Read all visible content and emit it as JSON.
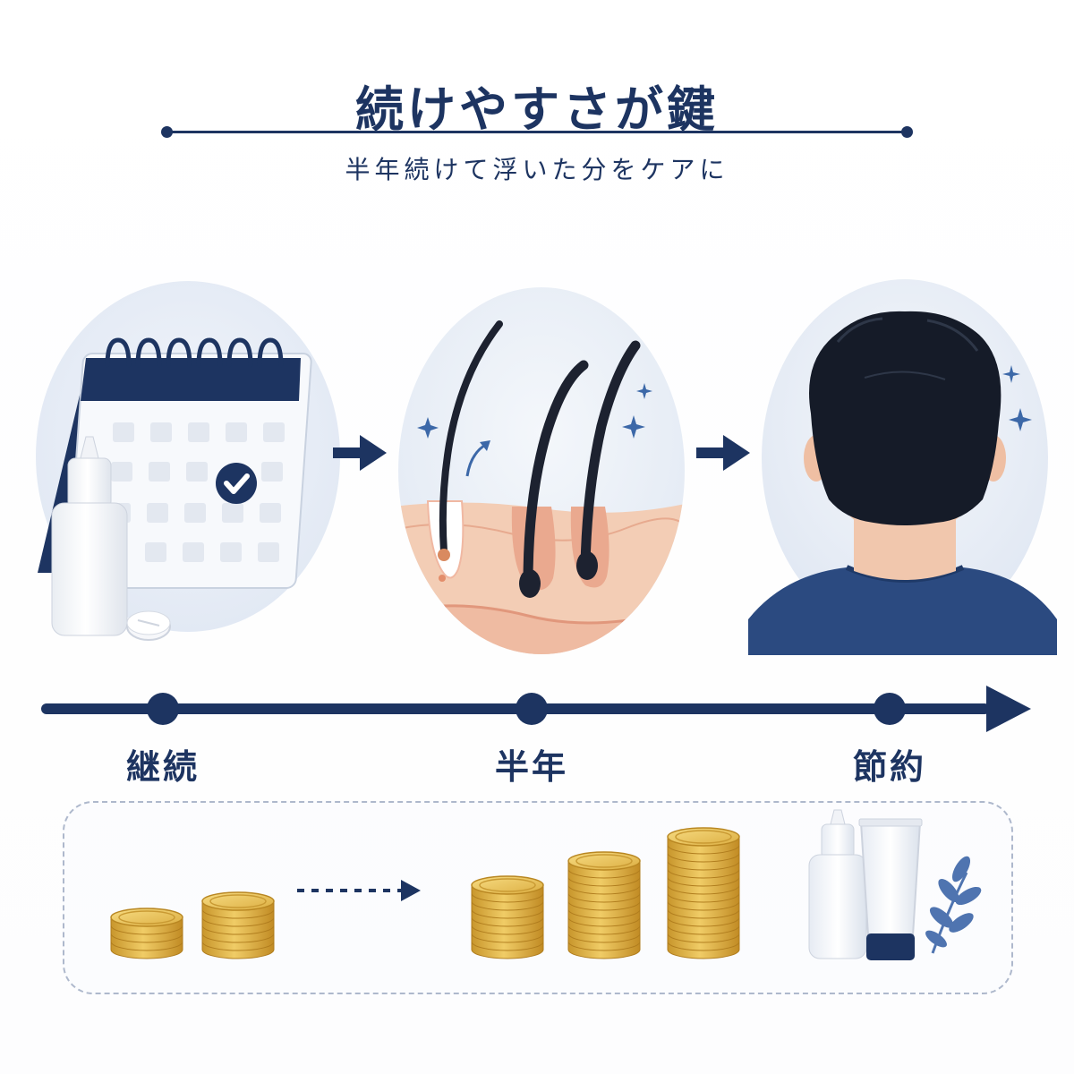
{
  "header": {
    "title": "続けやすさが鍵",
    "subtitle": "半年続けて浮いた分をケアに"
  },
  "timeline": {
    "labels": [
      "継続",
      "半年",
      "節約"
    ]
  },
  "icons": {
    "calendar": "calendar-check-icon",
    "bottle": "dropper-bottle-icon",
    "tablet": "tablet-icon",
    "hair": "hair-follicle-icon",
    "head": "head-back-icon",
    "coins": "coin-stack-icon",
    "tube": "cream-tube-icon",
    "leaf": "leaf-icon",
    "sparkle": "sparkle-icon",
    "arrow": "arrow-right-icon"
  },
  "colors": {
    "navy": "#1d3461",
    "gold": "#e2b94a",
    "skin": "#f3cdb5",
    "bg_circle": "#e9eef7"
  }
}
